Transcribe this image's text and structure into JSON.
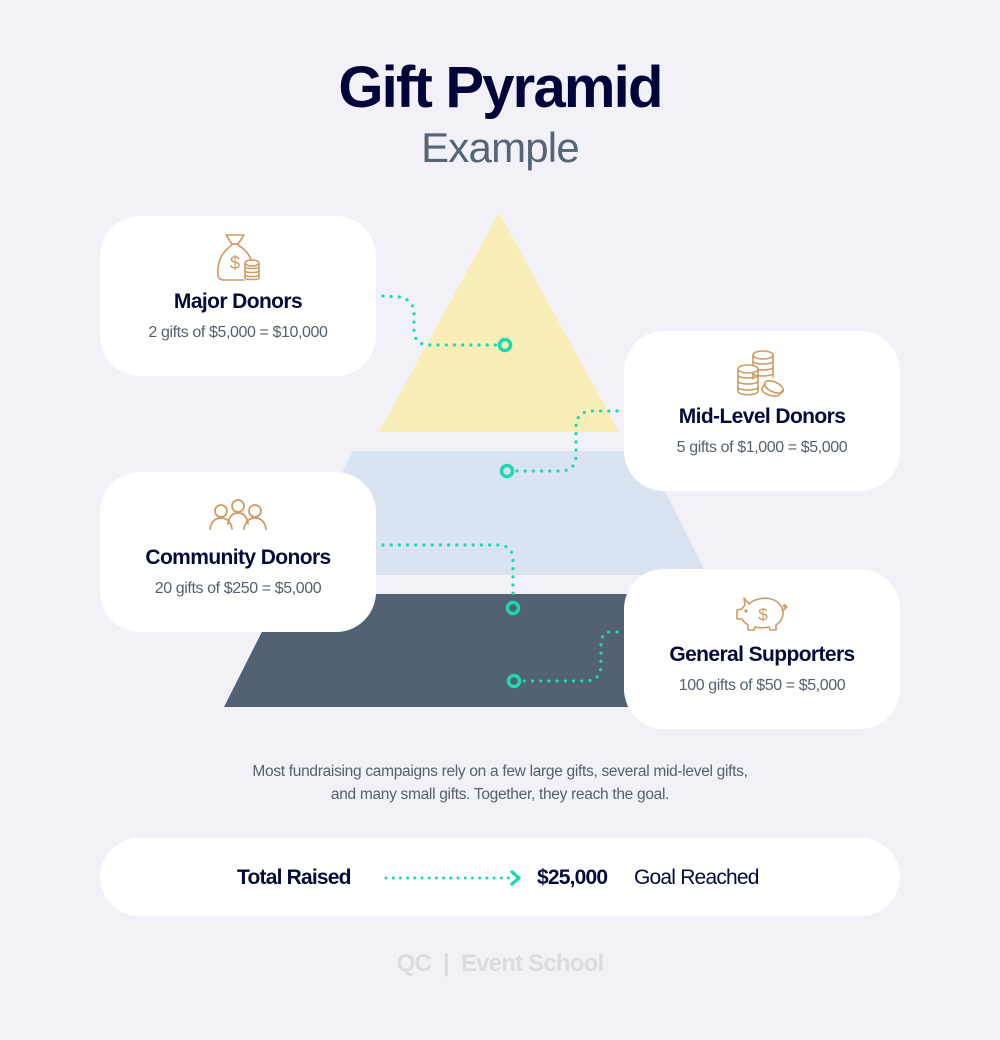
{
  "header": {
    "title": "Gift Pyramid",
    "subtitle": "Example"
  },
  "pyramid": {
    "tiers": [
      {
        "name": "top",
        "color": "#f8eeb6"
      },
      {
        "name": "upper-middle",
        "color": "#d9e4f0"
      },
      {
        "name": "base",
        "color": "#526272"
      }
    ],
    "connector_color": "#1fd6b5"
  },
  "tiers": [
    {
      "name": "Major Donors",
      "detail": "2 gifts of $5,000 = $10,000",
      "icon": "money-bag-icon"
    },
    {
      "name": "Mid-Level Donors",
      "detail": "5 gifts of $1,000 = $5,000",
      "icon": "coin-stacks-icon"
    },
    {
      "name": "Community Donors",
      "detail": "20 gifts of $250 = $5,000",
      "icon": "people-group-icon"
    },
    {
      "name": "General Supporters",
      "detail": "100 gifts of $50 = $5,000",
      "icon": "piggy-bank-icon"
    }
  ],
  "caption": "Most fundraising campaigns rely on a few large gifts, several mid-level gifts, and many small gifts. Together, they reach the goal.",
  "total": {
    "label": "Total Raised",
    "amount": "$25,000",
    "status": "Goal Reached"
  },
  "footer": {
    "brand": "QC",
    "separator": "|",
    "name": "Event School"
  },
  "colors": {
    "background": "#f1f1f7",
    "title": "#02053a",
    "subtitle": "#546577",
    "icon": "#cf9b63",
    "accent": "#1fd6b5"
  }
}
